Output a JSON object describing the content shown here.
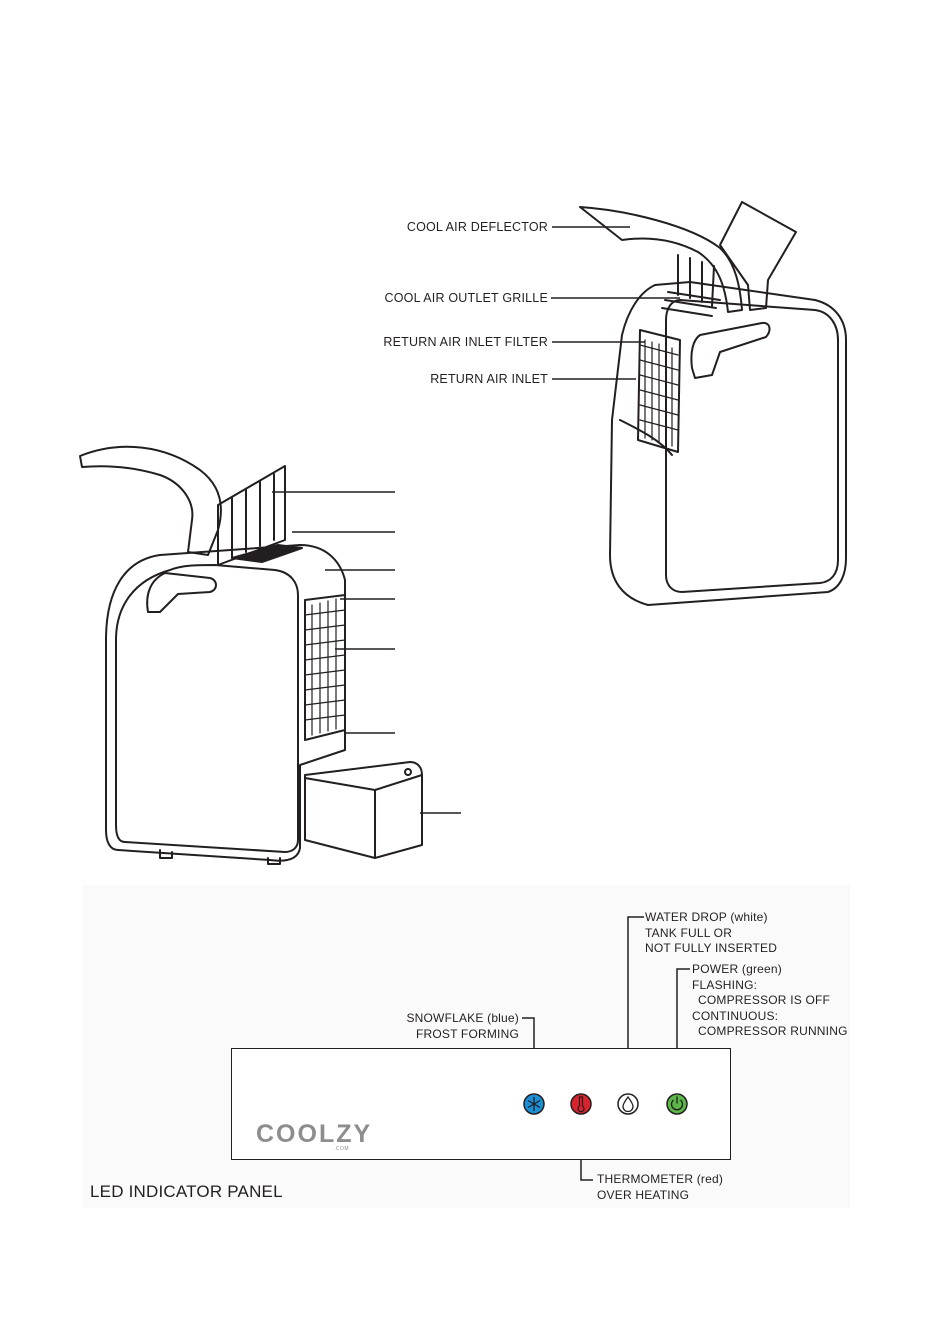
{
  "callouts": {
    "cool_air_deflector": "COOL AIR DEFLECTOR",
    "cool_air_outlet_grille": "COOL AIR OUTLET GRILLE",
    "return_air_inlet_filter": "RETURN AIR INLET FILTER",
    "return_air_inlet": "RETURN AIR INLET"
  },
  "led_panel": {
    "title": "LED INDICATOR PANEL",
    "brand": "COOLZY",
    "brand_sub": ".COM",
    "water_drop": [
      "WATER DROP (white)",
      "TANK FULL OR",
      "NOT FULLY INSERTED"
    ],
    "power": [
      "POWER (green)",
      "FLASHING:",
      "COMPRESSOR IS OFF",
      "CONTINUOUS:",
      "COMPRESSOR RUNNING"
    ],
    "snowflake": [
      "SNOWFLAKE (blue)",
      "FROST FORMING"
    ],
    "thermometer": [
      "THERMOMETER (red)",
      "OVER HEATING"
    ]
  },
  "colors": {
    "snowflake": "#1a8fd6",
    "thermometer": "#d9232e",
    "water_drop": "#ffffff",
    "power": "#5bb848",
    "line": "#231f20"
  }
}
